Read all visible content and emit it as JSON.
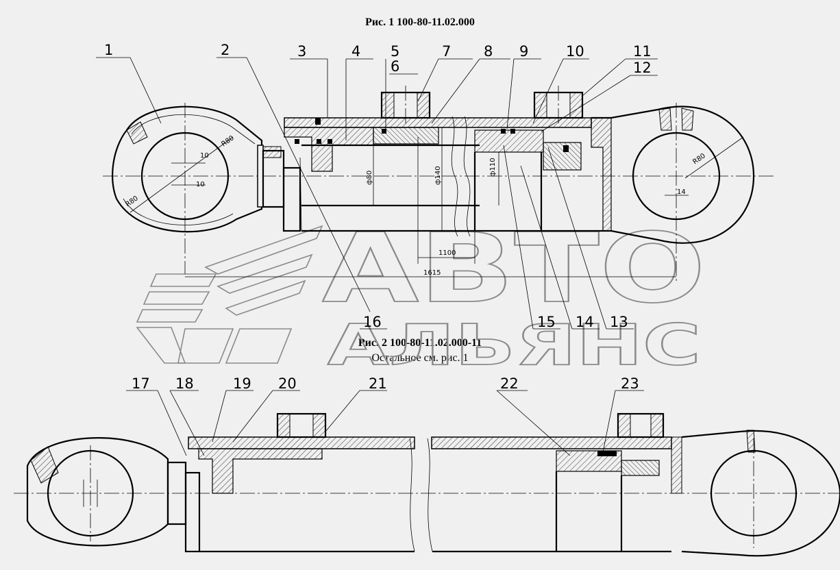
{
  "figure1": {
    "title": "Рис. 1  100-80-11.02.000",
    "callouts": [
      "1",
      "2",
      "3",
      "4",
      "5",
      "6",
      "7",
      "8",
      "9",
      "10",
      "11",
      "12",
      "13",
      "14",
      "15",
      "16"
    ],
    "dimensions": {
      "left_r1": "R80",
      "left_r2": "R80",
      "right_r": "R80",
      "offset_a": "10",
      "offset_b": "10",
      "lug_width": "14",
      "rod_dia": "ф80",
      "bore_dia": "ф140",
      "piston_dia": "ф110",
      "stroke": "1100",
      "overall": "1615"
    }
  },
  "figure2": {
    "title": "Рис. 2  100-80-11.02.000-11",
    "note": "Остальное см. рис. 1",
    "callouts": [
      "17",
      "18",
      "19",
      "20",
      "21",
      "22",
      "23"
    ]
  },
  "watermark": {
    "line1": "АВТО",
    "line2": "АЛЬЯНС"
  }
}
